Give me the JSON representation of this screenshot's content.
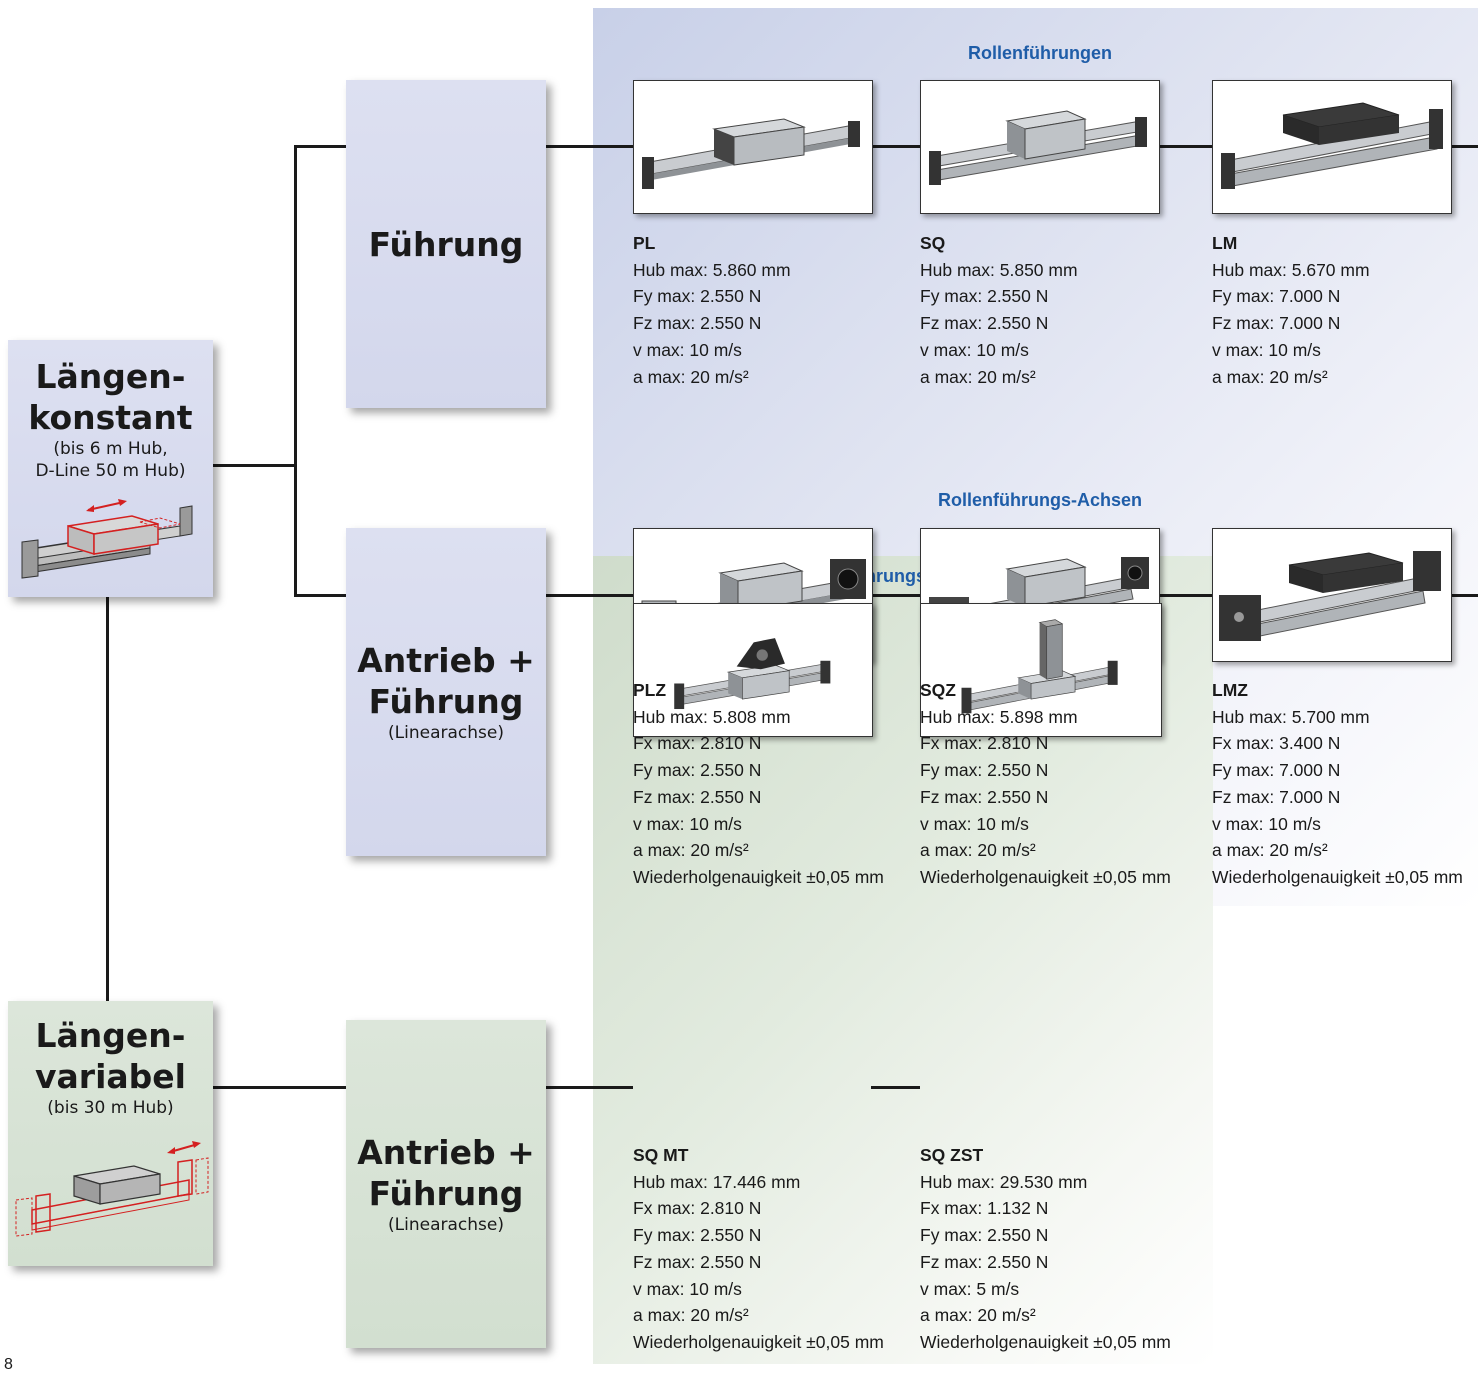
{
  "categories": {
    "constant": {
      "title1": "Längen-",
      "title2": "konstant",
      "sub1": "(bis 6 m Hub,",
      "sub2": "D-Line 50 m Hub)"
    },
    "variable": {
      "title1": "Längen-",
      "title2": "variabel",
      "sub1": "(bis 30 m Hub)"
    }
  },
  "types": {
    "guide": {
      "title": "Führung"
    },
    "drive_top": {
      "title1": "Antrieb +",
      "title2": "Führung",
      "sub": "(Linearachse)"
    },
    "drive_bottom": {
      "title1": "Antrieb +",
      "title2": "Führung",
      "sub": "(Linearachse)"
    }
  },
  "sections": {
    "roller_guides": "Rollenführungen",
    "roller_axes_top": "Rollenführungs-Achsen",
    "roller_axes_bottom": "Rollenführungs-Achsen"
  },
  "products": {
    "pl": {
      "name": "PL",
      "lines": [
        "Hub max: 5.860 mm",
        "Fy max: 2.550 N",
        "Fz max: 2.550 N",
        "v max: 10 m/s",
        "a max: 20 m/s²"
      ]
    },
    "sq": {
      "name": "SQ",
      "lines": [
        "Hub max: 5.850 mm",
        "Fy max: 2.550 N",
        "Fz max: 2.550 N",
        "v max: 10 m/s",
        "a max: 20 m/s²"
      ]
    },
    "lm": {
      "name": "LM",
      "lines": [
        "Hub max: 5.670 mm",
        "Fy max: 7.000 N",
        "Fz max: 7.000 N",
        "v max: 10 m/s",
        "a max: 20 m/s²"
      ]
    },
    "plz": {
      "name": "PLZ",
      "lines": [
        "Hub max: 5.808 mm",
        "Fx max: 2.810 N",
        "Fy max: 2.550 N",
        "Fz max: 2.550 N",
        "v max: 10 m/s",
        "a max: 20 m/s²",
        "Wiederholgenauigkeit ±0,05 mm"
      ]
    },
    "sqz": {
      "name": "SQZ",
      "lines": [
        "Hub max: 5.898 mm",
        "Fx max: 2.810 N",
        "Fy max: 2.550 N",
        "Fz max: 2.550 N",
        "v max: 10 m/s",
        "a max: 20 m/s²",
        "Wiederholgenauigkeit ±0,05 mm"
      ]
    },
    "lmz": {
      "name": "LMZ",
      "lines": [
        "Hub max: 5.700 mm",
        "Fx max: 3.400 N",
        "Fy max: 7.000 N",
        "Fz max: 7.000 N",
        "v max: 10 m/s",
        "a max: 20 m/s²",
        "Wiederholgenauigkeit ±0,05 mm"
      ]
    },
    "sqmt": {
      "name": "SQ MT",
      "lines": [
        "Hub max: 17.446 mm",
        "Fx max: 2.810 N",
        "Fy max: 2.550 N",
        "Fz max: 2.550 N",
        "v max: 10 m/s",
        "a max: 20 m/s²",
        "Wiederholgenauigkeit ±0,05 mm"
      ]
    },
    "sqzst": {
      "name": "SQ ZST",
      "lines": [
        "Hub max: 29.530 mm",
        "Fx max: 1.132 N",
        "Fy max: 2.550 N",
        "Fz max: 2.550 N",
        "v max: 5 m/s",
        "a max: 20 m/s²",
        "Wiederholgenauigkeit ±0,05 mm"
      ]
    }
  },
  "page_number": "8",
  "colors": {
    "section_title": "#1f5da8",
    "panel_blue": "#c8d0e8",
    "panel_green": "#cfdccb",
    "highlight_red": "#d42020"
  }
}
